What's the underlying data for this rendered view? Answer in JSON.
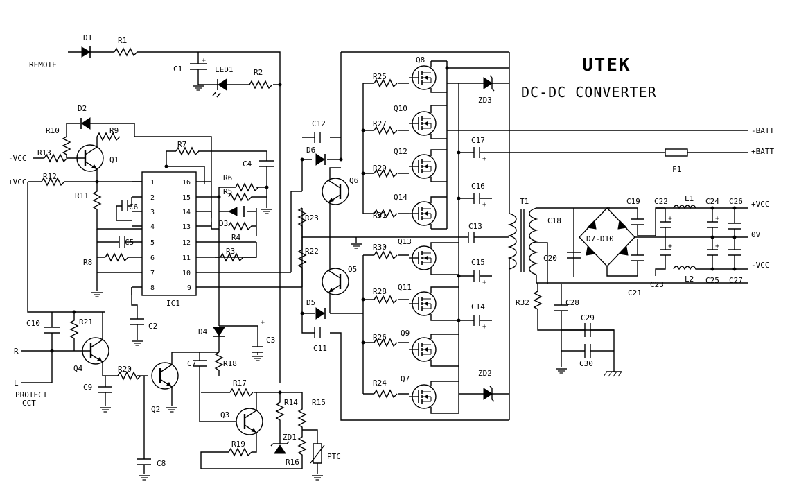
{
  "title": "UTEK",
  "subtitle": "DC-DC CONVERTER",
  "ports": {
    "remote": "REMOTE",
    "neg_vcc_in": "-VCC",
    "pos_vcc_in": "+VCC",
    "r": "R",
    "l": "L",
    "protect1": "PROTECT",
    "protect2": "CCT",
    "neg_batt": "-BATT",
    "pos_batt": "+BATT",
    "pos_vcc_out": "+VCC",
    "zero_v": "0V",
    "neg_vcc_out": "-VCC",
    "ptc": "PTC"
  },
  "components": {
    "D1": "D1",
    "R1": "R1",
    "C1": "C1",
    "LED1": "LED1",
    "R2": "R2",
    "D2": "D2",
    "R10": "R10",
    "R9": "R9",
    "R13": "R13",
    "Q1": "Q1",
    "R7": "R7",
    "C4": "C4",
    "R12": "R12",
    "R11": "R11",
    "R6": "R6",
    "R5": "R5",
    "C6": "C6",
    "D3": "D3",
    "R4": "R4",
    "C5": "C5",
    "R3": "R3",
    "R8": "R8",
    "IC1": "IC1",
    "C2": "C2",
    "C3": "C3",
    "D4": "D4",
    "C10": "C10",
    "R21": "R21",
    "Q4": "Q4",
    "C9": "C9",
    "R20": "R20",
    "Q2": "Q2",
    "C7": "C7",
    "R18": "R18",
    "R17": "R17",
    "Q3": "Q3",
    "R19": "R19",
    "R14": "R14",
    "R15": "R15",
    "ZD1": "ZD1",
    "R16": "R16",
    "C8": "C8",
    "C12": "C12",
    "D6": "D6",
    "Q6": "Q6",
    "R23": "R23",
    "R22": "R22",
    "Q5": "Q5",
    "D5": "D5",
    "C11": "C11",
    "Q8": "Q8",
    "R25": "R25",
    "Q10": "Q10",
    "R27": "R27",
    "Q12": "Q12",
    "R29": "R29",
    "Q14": "Q14",
    "R31": "R31",
    "Q13": "Q13",
    "R30": "R30",
    "Q11": "Q11",
    "R28": "R28",
    "Q9": "Q9",
    "R26": "R26",
    "Q7": "Q7",
    "R24": "R24",
    "ZD3": "ZD3",
    "ZD2": "ZD2",
    "C17": "C17",
    "C16": "C16",
    "C13": "C13",
    "C15": "C15",
    "C14": "C14",
    "F1": "F1",
    "T1": "T1",
    "C18": "C18",
    "C19": "C19",
    "D7D10": "D7-D10",
    "C20": "C20",
    "C22": "C22",
    "L1": "L1",
    "C24": "C24",
    "C26": "C26",
    "L2": "L2",
    "C25": "C25",
    "C27": "C27",
    "C23": "C23",
    "C21": "C21",
    "R32": "R32",
    "C28": "C28",
    "C29": "C29",
    "C30": "C30"
  },
  "ic1_pins": {
    "p1": "1",
    "p2": "2",
    "p3": "3",
    "p4": "4",
    "p5": "5",
    "p6": "6",
    "p7": "7",
    "p8": "8",
    "p9": "9",
    "p10": "10",
    "p11": "11",
    "p12": "12",
    "p13": "13",
    "p14": "14",
    "p15": "15",
    "p16": "16"
  }
}
